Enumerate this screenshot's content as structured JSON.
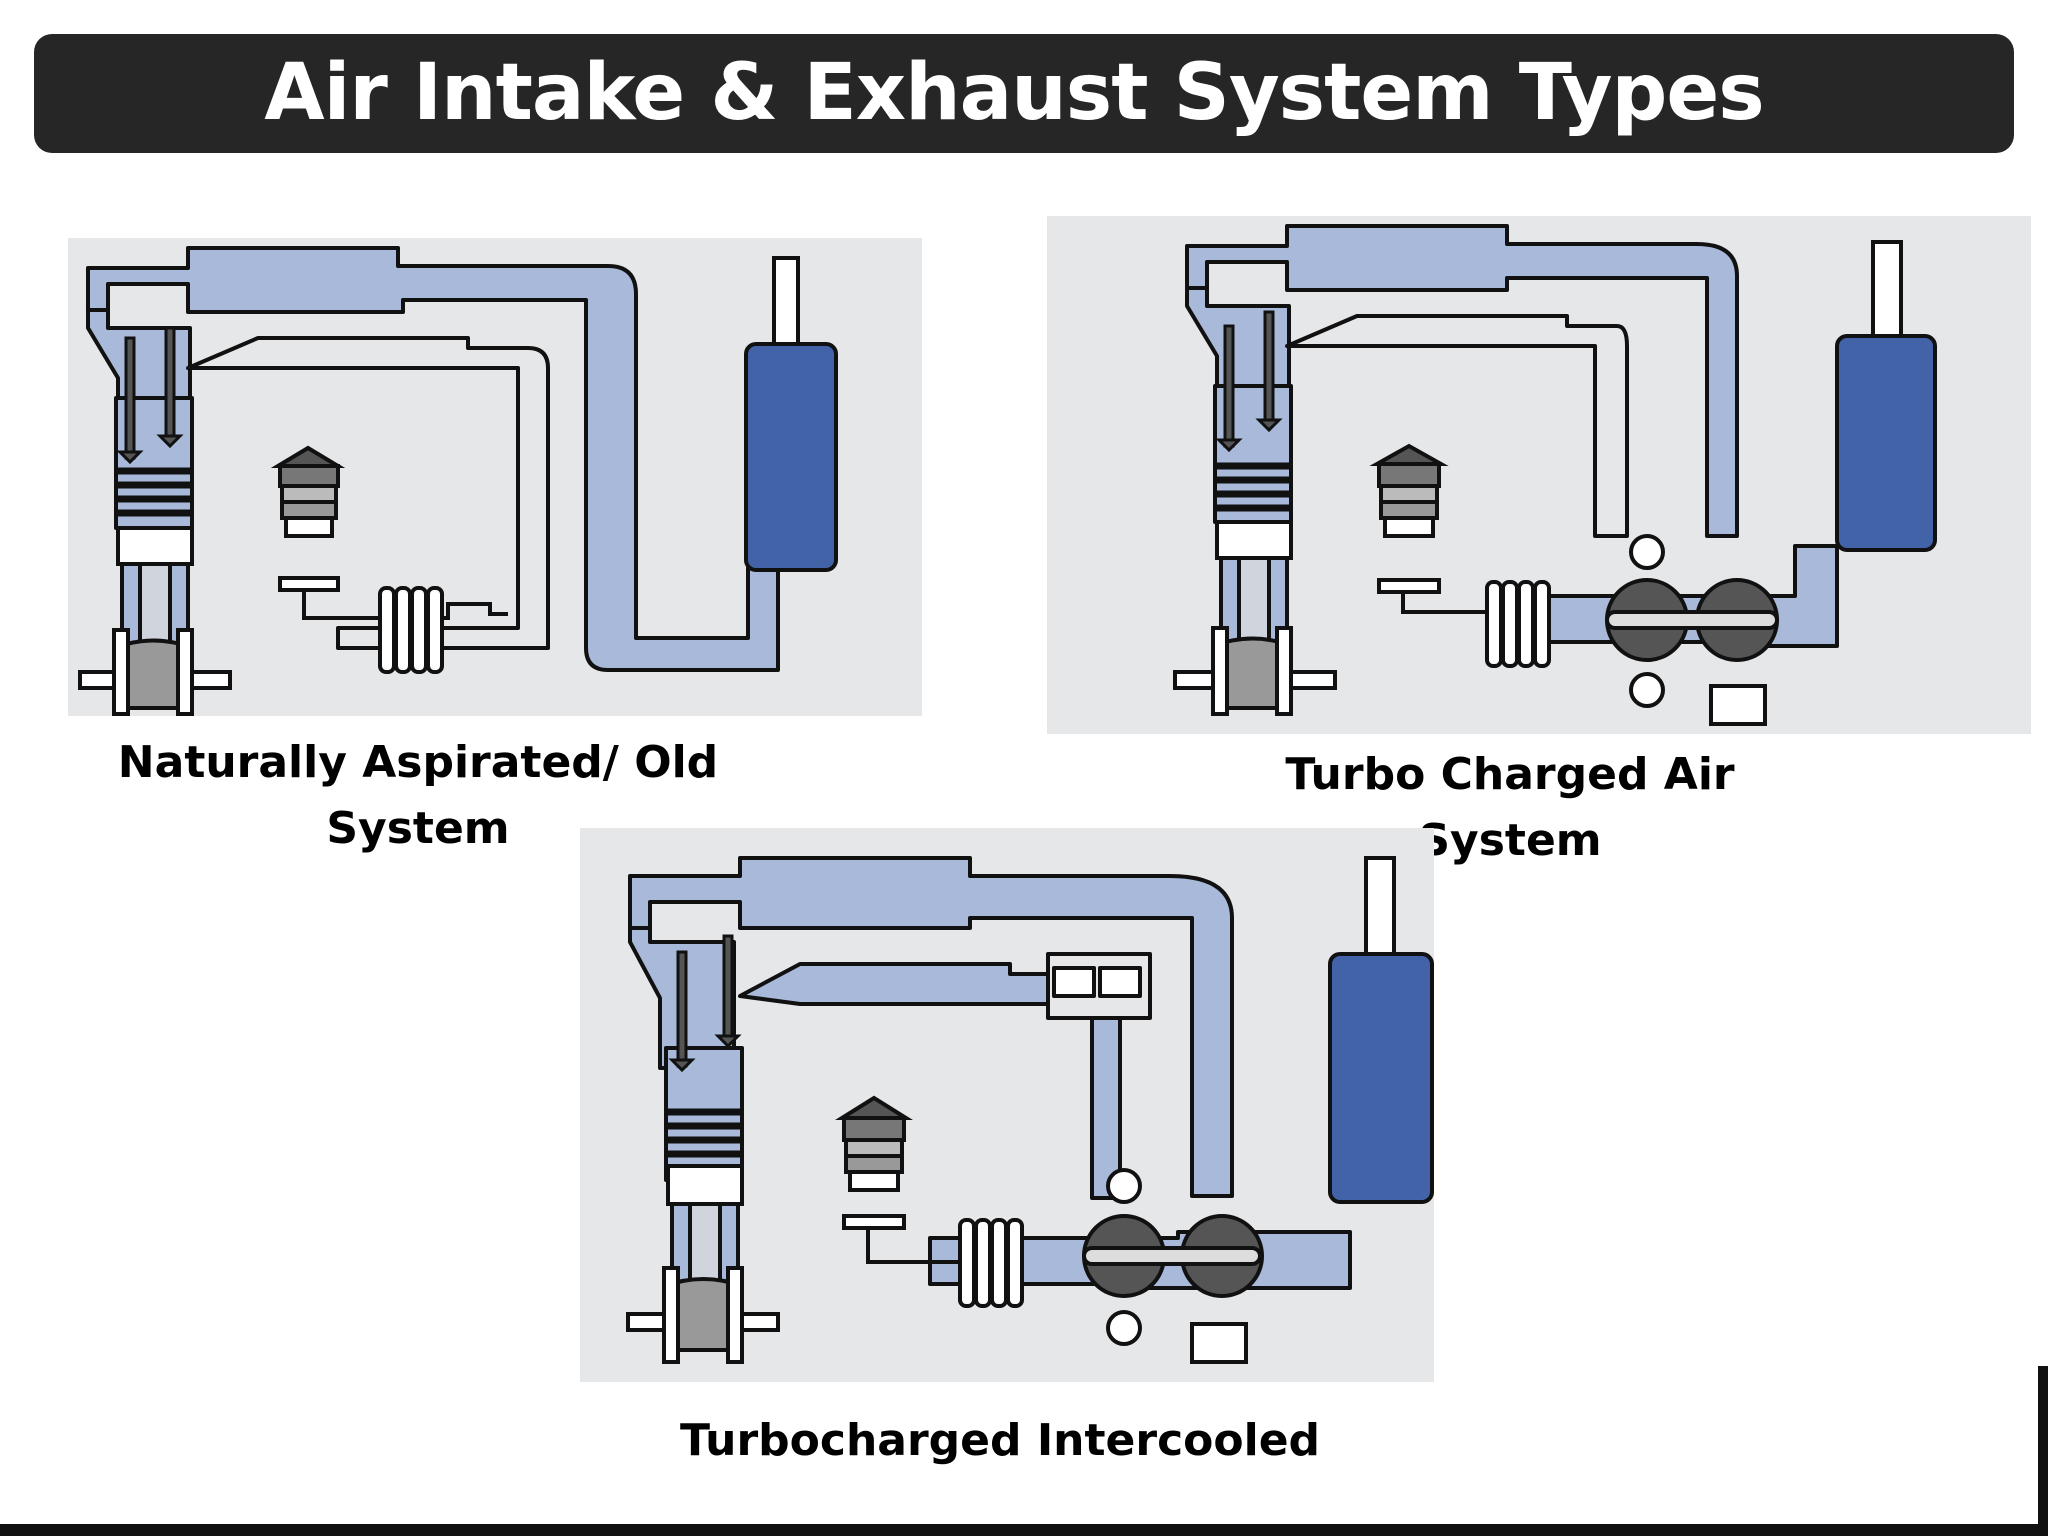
{
  "title": "Air Intake & Exhaust System Types",
  "colors": {
    "title_bg": "#262626",
    "title_text": "#ffffff",
    "panel_bg": "#e6e7e9",
    "pipe_light": "#a8b9d9",
    "muffler": "#4263a7",
    "outline": "#111111"
  },
  "diagrams": [
    {
      "caption_line1": "Naturally Aspirated/ Old",
      "caption_line2": "System",
      "icon": "naturally-aspirated-engine-diagram"
    },
    {
      "caption_line1": "Turbo Charged Air",
      "caption_line2": "System",
      "icon": "turbocharged-engine-diagram"
    },
    {
      "caption_line1": "Turbocharged Intercooled",
      "caption_line2": "",
      "icon": "turbocharged-intercooled-engine-diagram"
    }
  ]
}
